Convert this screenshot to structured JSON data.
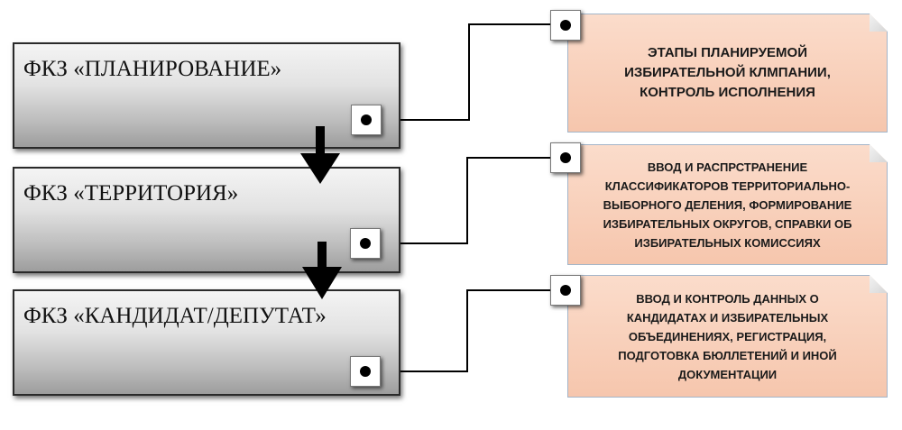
{
  "blocks": [
    {
      "title": "ФКЗ «ПЛАНИРОВАНИЕ»",
      "description": "ЭТАПЫ ПЛАНИРУЕМОЙ\nИЗБИРАТЕЛЬНОЙ КЛМПАНИИ,\nКОНТРОЛЬ ИСПОЛНЕНИЯ"
    },
    {
      "title": "ФКЗ «ТЕРРИТОРИЯ»",
      "description": "ВВОД И РАСПРСТРАНЕНИЕ\nКЛАССИФИКАТОРОВ ТЕРРИТОРИАЛЬНО-\nВЫБОРНОГО ДЕЛЕНИЯ, ФОРМИРОВАНИЕ\nИЗБИРАТЕЛЬНЫХ ОКРУГОВ, СПРАВКИ ОБ\nИЗБИРАТЕЛЬНЫХ КОМИССИЯХ"
    },
    {
      "title": "ФКЗ «КАНДИДАТ/ДЕПУТАТ»",
      "description": "ВВОД И КОНТРОЛЬ ДАННЫХ О\nКАНДИДАТАХ И ИЗБИРАТЕЛЬНЫХ\nОБЪЕДИНЕНИЯХ, РЕГИСТРАЦИЯ,\nПОДГОТОВКА БЮЛЛЕТЕНИЙ И ИНОЙ\nДОКУМЕНТАЦИИ"
    }
  ],
  "colors": {
    "description_fill": "#f8cfb8",
    "description_border": "#a3b5c9",
    "box_gradient_top": "#f4f4f4",
    "box_gradient_bottom": "#9d9d9d",
    "line": "#000000"
  }
}
